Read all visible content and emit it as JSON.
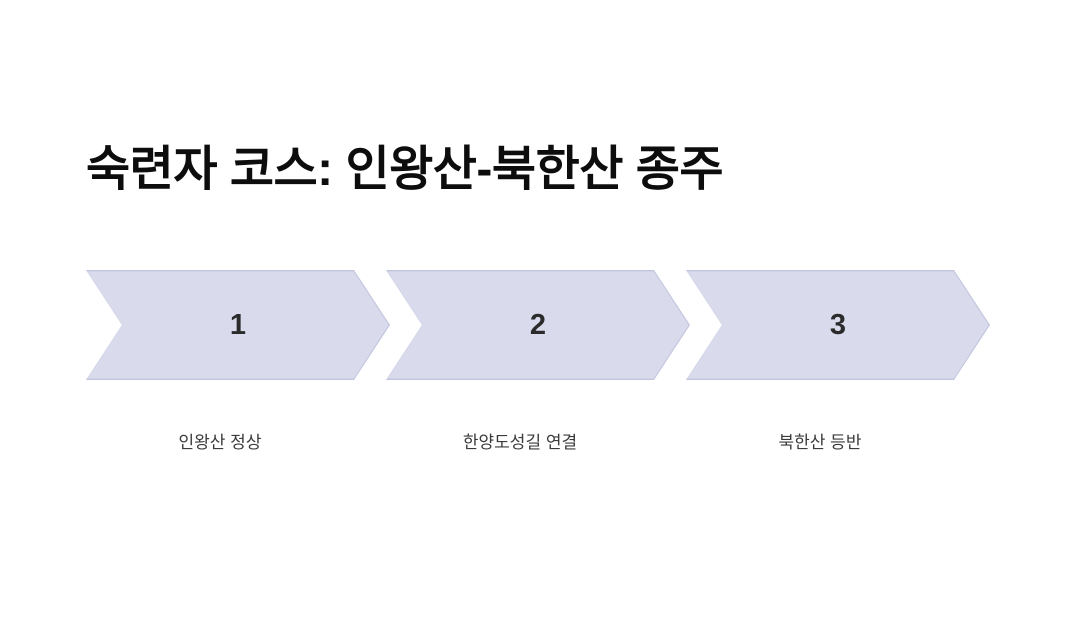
{
  "slide": {
    "title": "숙련자 코스: 인왕산-북한산 종주",
    "background_color": "#ffffff",
    "title_color": "#0d0d0d"
  },
  "theme": {
    "chevron_fill": "#d9dbec",
    "chevron_border": "#c2c5de",
    "number_color": "#2b2b2b",
    "caption_color": "#3b3b3b"
  },
  "process": {
    "steps": [
      {
        "number": "1",
        "caption": "인왕산 정상"
      },
      {
        "number": "2",
        "caption": "한양도성길 연결"
      },
      {
        "number": "3",
        "caption": "북한산 등반"
      }
    ]
  }
}
